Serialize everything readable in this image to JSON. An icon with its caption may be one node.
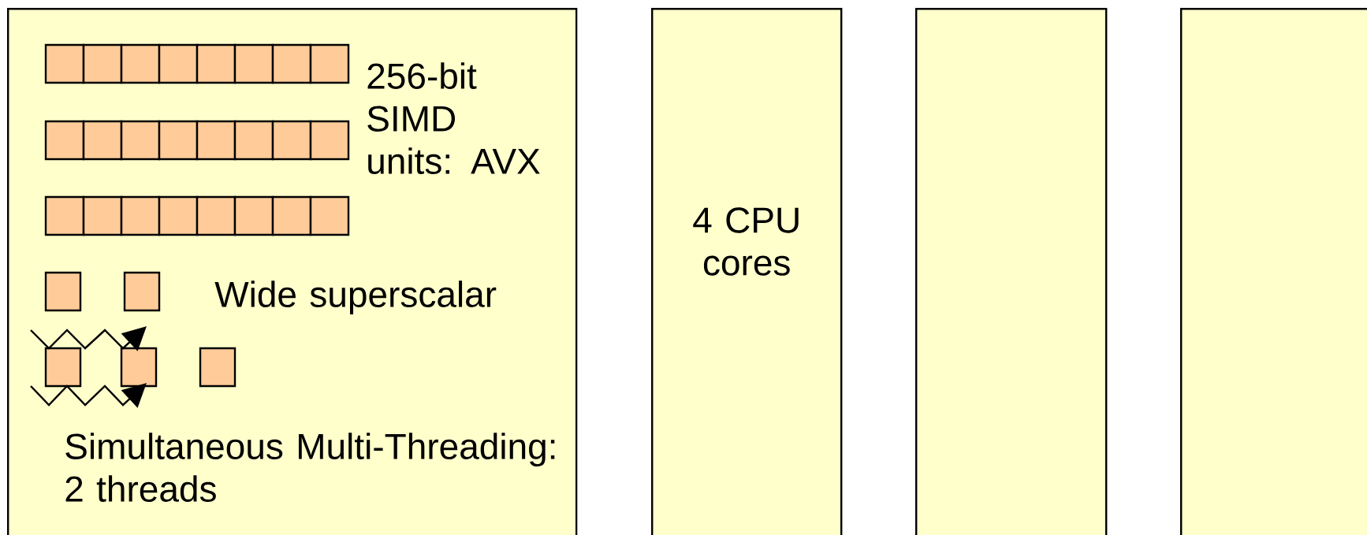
{
  "diagram": {
    "nodes": [
      {
        "text": [
          "256-bit SIMD units: AVX",
          "Wide superscalar",
          "Simultaneous Multi-Threading: 2 threads"
        ]
      },
      {
        "text": [
          "4 CPU cores"
        ]
      },
      {
        "text": [],
        "shape": "box"
      },
      {
        "text": [],
        "shape": "box"
      }
    ]
  }
}
